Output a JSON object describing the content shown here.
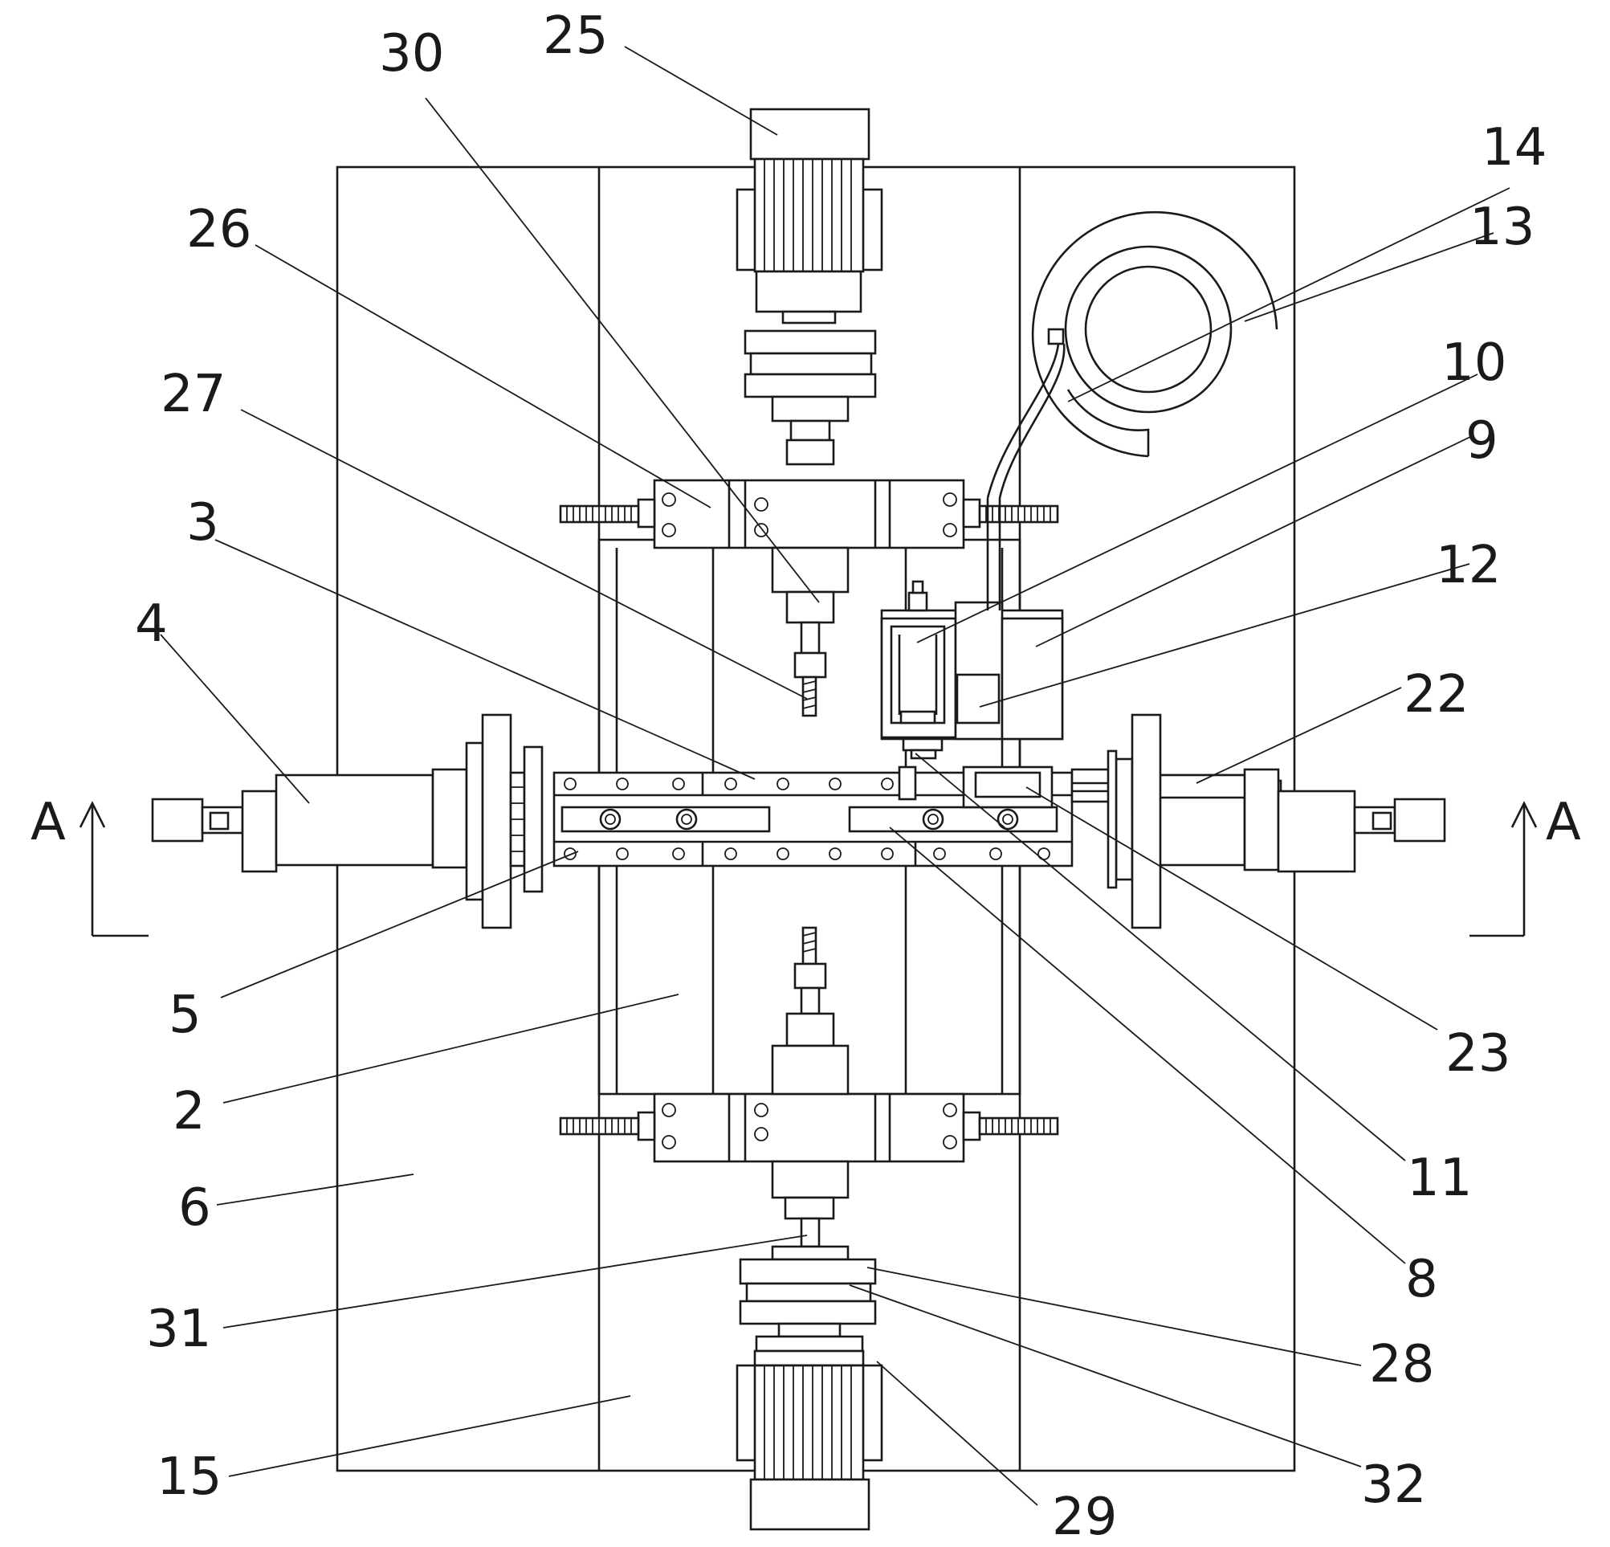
{
  "labels": {
    "l25": "25",
    "l30": "30",
    "l14": "14",
    "l13": "13",
    "l26": "26",
    "l10": "10",
    "l27": "27",
    "l9": "9",
    "l3": "3",
    "l12": "12",
    "l4": "4",
    "l22": "22",
    "l5": "5",
    "l23": "23",
    "l2": "2",
    "l11": "11",
    "l6": "6",
    "l8": "8",
    "l31": "31",
    "l28": "28",
    "l15": "15",
    "l32": "32",
    "l29": "29"
  },
  "section_marks": {
    "left": "A",
    "right": "A"
  },
  "colors": {
    "line": "#1a1a1a",
    "background": "#ffffff"
  }
}
